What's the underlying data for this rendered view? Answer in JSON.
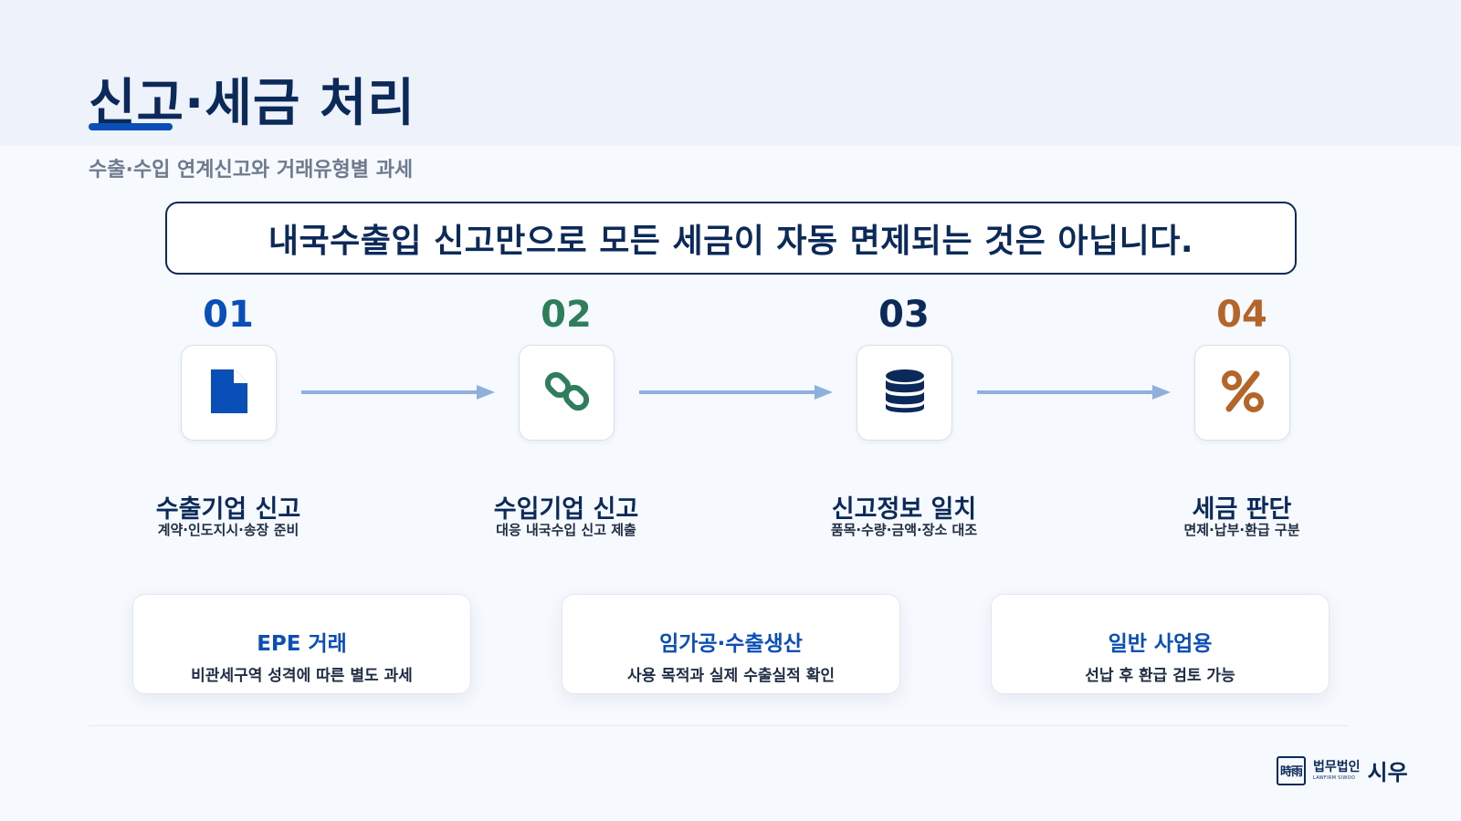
{
  "header": {
    "title": "신고·세금 처리",
    "subtitle": "수출·수입 연계신고와 거래유형별 과세"
  },
  "banner": {
    "text": "내국수출입 신고만으로 모든 세금이 자동 면제되는 것은 아닙니다."
  },
  "steps": [
    {
      "number": "01",
      "title": "수출기업 신고",
      "desc": "계약·인도지시·송장 준비",
      "icon": "document-icon",
      "color": "#0a4fb8"
    },
    {
      "number": "02",
      "title": "수입기업 신고",
      "desc": "대응 내국수입 신고 제출",
      "icon": "link-icon",
      "color": "#2e7d5b"
    },
    {
      "number": "03",
      "title": "신고정보 일치",
      "desc": "품목·수량·금액·장소 대조",
      "icon": "database-icon",
      "color": "#0b2a5a"
    },
    {
      "number": "04",
      "title": "세금 판단",
      "desc": "면제·납부·환급 구분",
      "icon": "percent-icon",
      "color": "#b5652a"
    }
  ],
  "cards": [
    {
      "title": "EPE 거래",
      "desc": "비관세구역 성격에 따른 별도 과세"
    },
    {
      "title": "임가공·수출생산",
      "desc": "사용 목적과 실제 수출실적 확인"
    },
    {
      "title": "일반 사업용",
      "desc": "선납 후 환급 검토 가능"
    }
  ],
  "logo": {
    "mark": "時雨",
    "label_small": "법무법인",
    "label_en": "LAWFIRM SIWOO",
    "name": "시우"
  },
  "colors": {
    "navy": "#0b2a5a",
    "blue": "#0a4fb8",
    "green": "#2e7d5b",
    "brown": "#b5652a",
    "arrow": "#8fb0dd"
  }
}
